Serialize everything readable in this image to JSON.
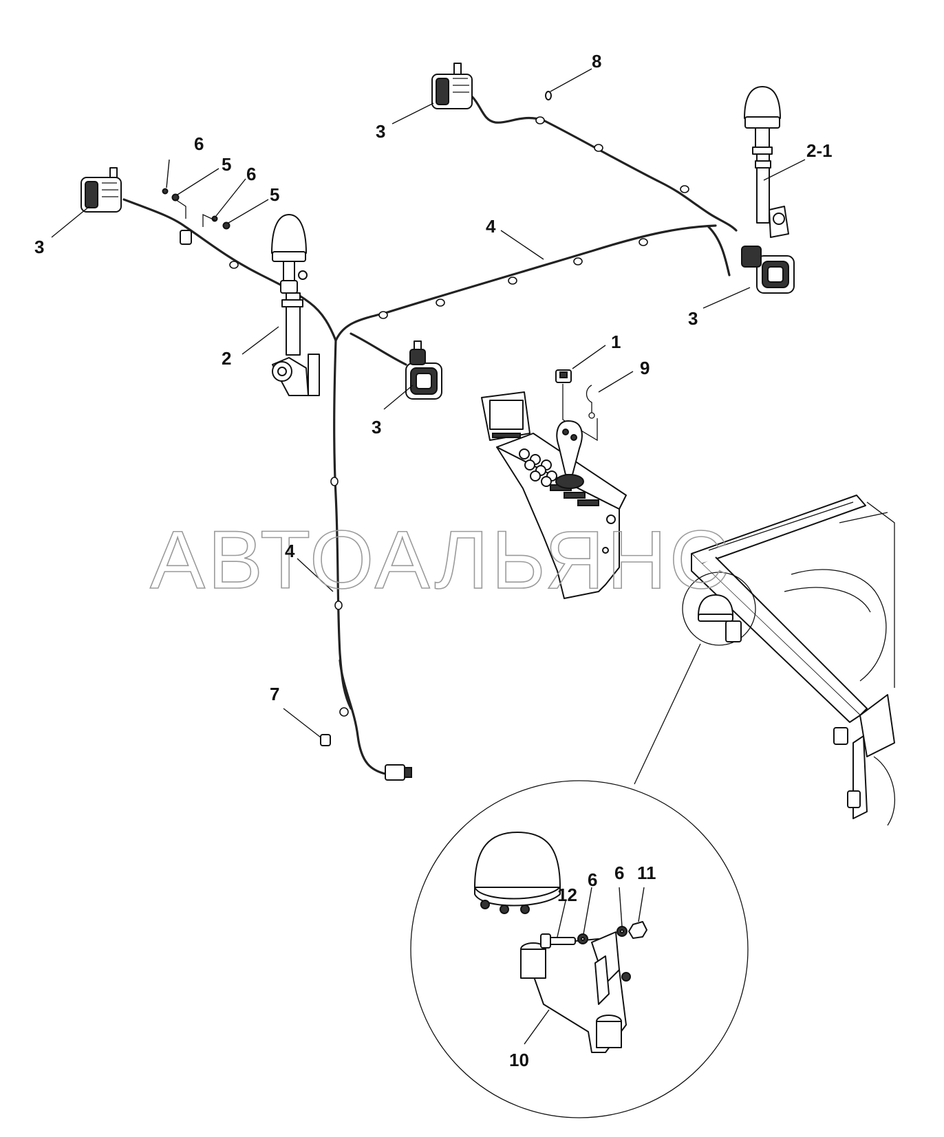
{
  "watermark": "АВТОАЛЬЯНС",
  "callouts": {
    "c8": "8",
    "c3_top": "3",
    "c2_1": "2-1",
    "c6_a": "6",
    "c5_a": "5",
    "c6_b": "6",
    "c5_b": "5",
    "c3_left": "3",
    "c4_top": "4",
    "c3_right": "3",
    "c2": "2",
    "c1": "1",
    "c9": "9",
    "c3_mid": "3",
    "c4_bottom": "4",
    "c7": "7",
    "c12": "12",
    "c6_c": "6",
    "c6_d": "6",
    "c11": "11",
    "c10": "10"
  }
}
